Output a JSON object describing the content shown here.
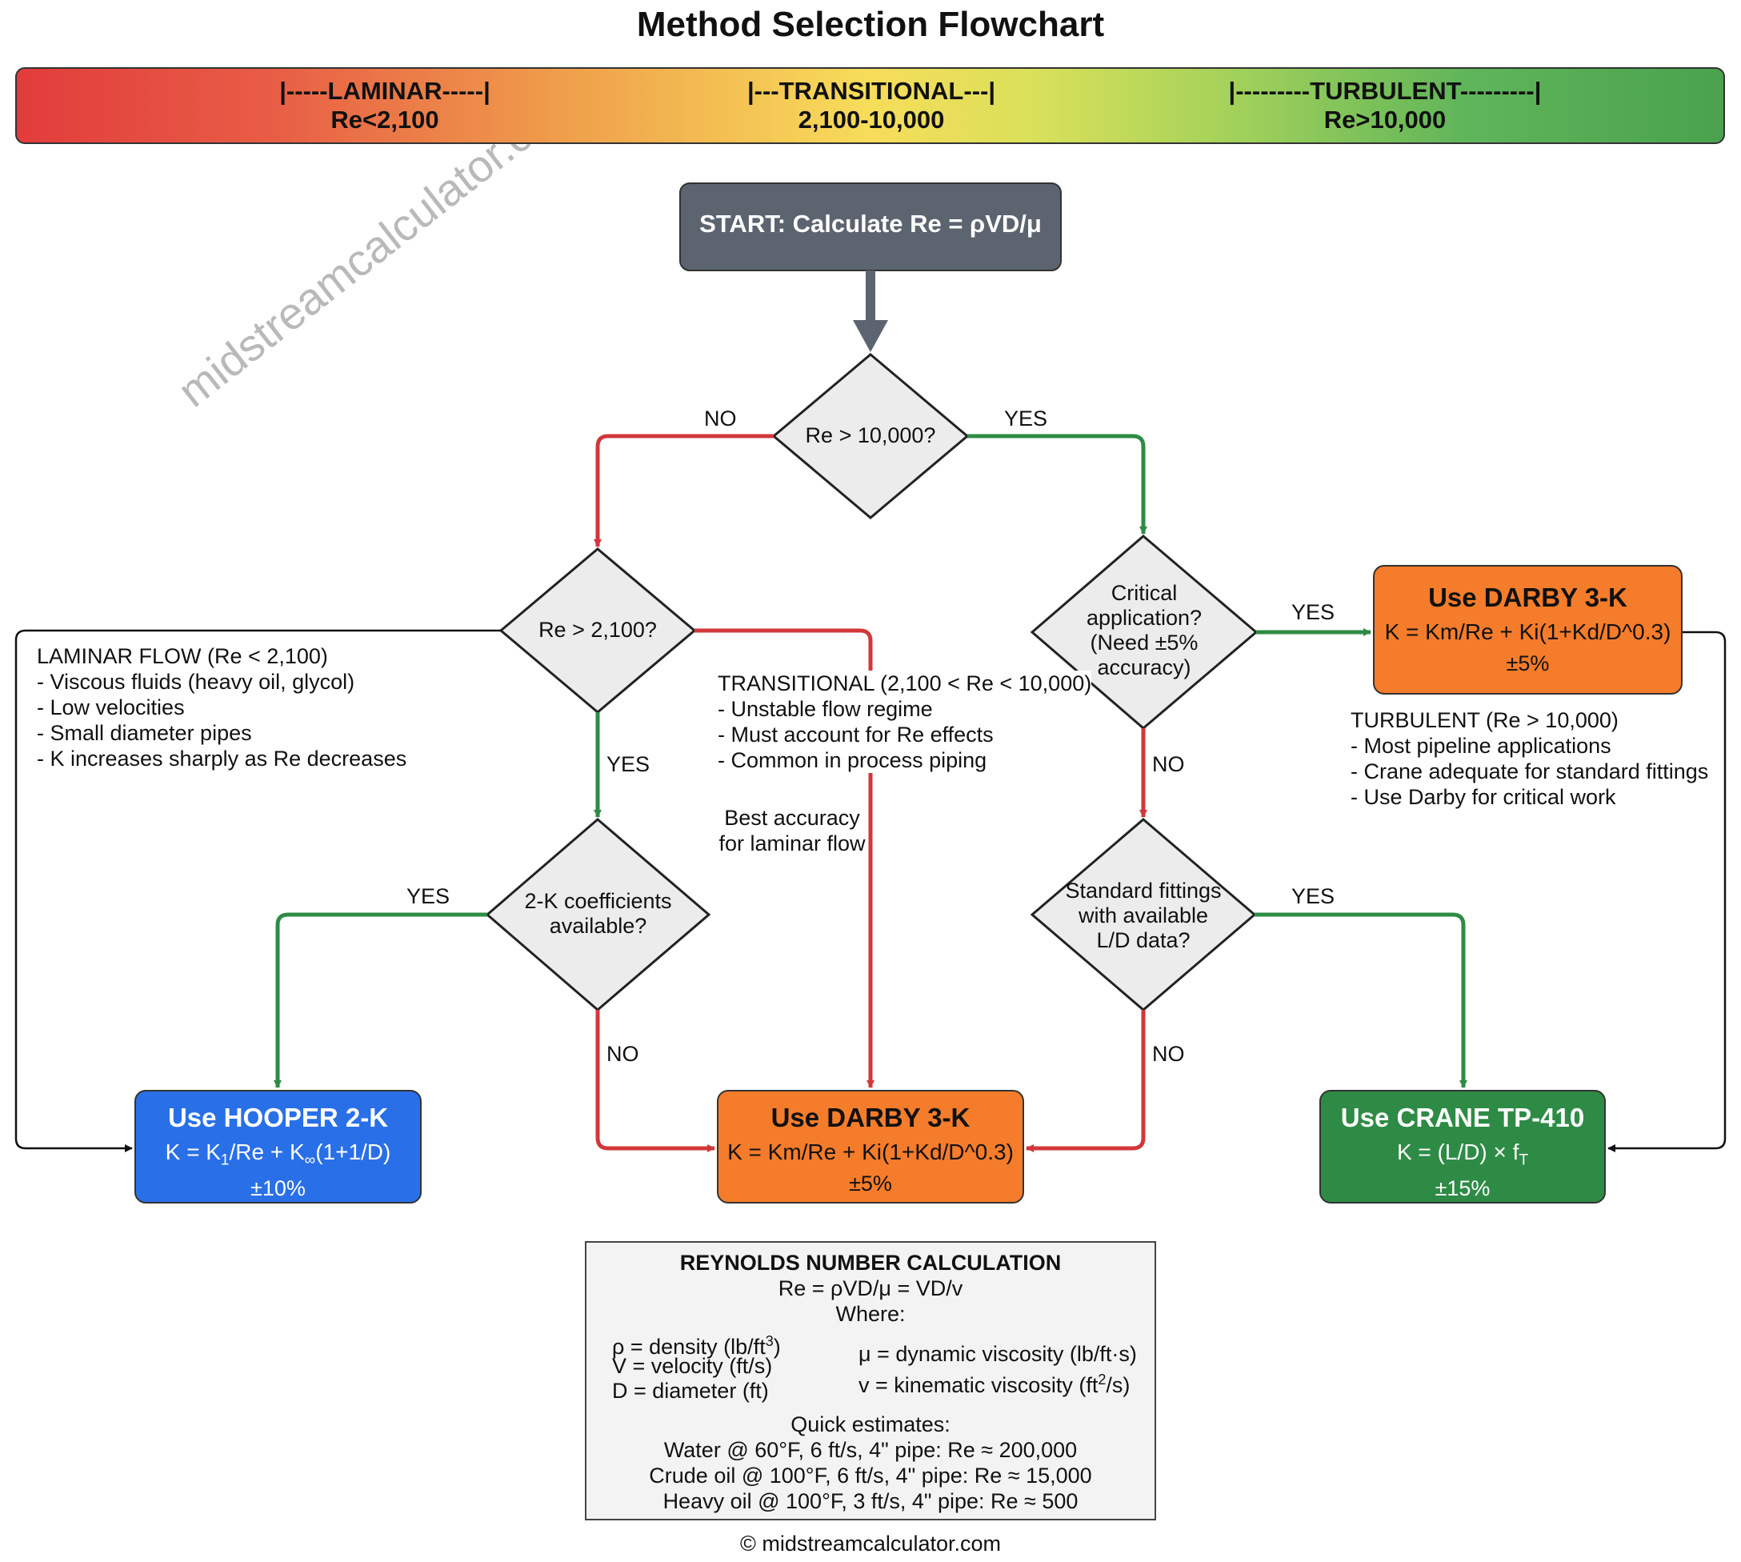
{
  "title": "Method Selection Flowchart",
  "watermark": "midstreamcalculator.com",
  "regime_bar": {
    "laminar": {
      "label": "|-----LAMINAR-----|",
      "range": "Re<2,100"
    },
    "transitional": {
      "label": "|---TRANSITIONAL---|",
      "range": "2,100-10,000"
    },
    "turbulent": {
      "label": "|---------TURBULENT---------|",
      "range": "Re>10,000"
    }
  },
  "start": "START: Calculate Re = ρVD/μ",
  "decisions": {
    "re_10000": "Re > 10,000?",
    "re_2100": "Re > 2,100?",
    "critical": [
      "Critical",
      "application?",
      "(Need ±5%",
      "accuracy)"
    ],
    "coeffs_2k": [
      "2-K coefficients",
      "available?"
    ],
    "standard_fittings": [
      "Standard fittings",
      "with available",
      "L/D data?"
    ]
  },
  "labels": {
    "no_top": "NO",
    "yes_top": "YES",
    "yes_re2100": "YES",
    "yes_critical": "YES",
    "no_critical": "NO",
    "yes_2k": "YES",
    "no_2k": "NO",
    "yes_std": "YES",
    "no_std": "NO"
  },
  "boxes": {
    "darby_top": {
      "title": "Use DARBY 3-K",
      "formula": "K = Km/Re + Ki(1+Kd/D^0.3)",
      "accuracy": "±5%"
    },
    "hooper": {
      "title": "Use HOOPER 2-K",
      "formula_a": "K = K",
      "sub1": "1",
      "formula_b": "/Re + K",
      "subinf": "∞",
      "formula_c": "(1+1/D)",
      "accuracy": "±10%"
    },
    "darby_bottom": {
      "title": "Use DARBY 3-K",
      "formula": "K = Km/Re + Ki(1+Kd/D^0.3)",
      "accuracy": "±5%"
    },
    "crane": {
      "title": "Use CRANE TP-410",
      "formula_a": "K = (L/D) × f",
      "subT": "T",
      "accuracy": "±15%"
    }
  },
  "notes": {
    "laminar": [
      "LAMINAR FLOW (Re < 2,100)",
      "- Viscous fluids (heavy oil, glycol)",
      "- Low velocities",
      "- Small diameter pipes",
      "- K increases sharply as Re decreases"
    ],
    "transitional": [
      "TRANSITIONAL (2,100 < Re < 10,000)",
      "- Unstable flow regime",
      "- Must account for Re effects",
      "- Common in process piping"
    ],
    "best_accuracy": [
      "Best accuracy",
      "for laminar flow"
    ],
    "turbulent": [
      "TURBULENT (Re > 10,000)",
      "- Most pipeline applications",
      "- Crane adequate for standard fittings",
      "- Use Darby for critical work"
    ]
  },
  "calc": {
    "title": "REYNOLDS NUMBER CALCULATION",
    "equation": "Re = ρVD/μ = VD/v",
    "where": "Where:",
    "rho_a": "ρ = density (lb/ft",
    "rho_sup": "3",
    "rho_b": ")",
    "velocity": "V = velocity (ft/s)",
    "diameter": "D = diameter (ft)",
    "mu": "μ = dynamic viscosity (lb/ft·s)",
    "nu_a": "v = kinematic viscosity (ft",
    "nu_sup": "2",
    "nu_b": "/s)",
    "quick": "Quick estimates:",
    "water": "Water @ 60°F, 6 ft/s, 4\" pipe: Re ≈ 200,000",
    "crude": "Crude oil @ 100°F, 6 ft/s, 4\" pipe: Re ≈ 15,000",
    "heavy": "Heavy oil @ 100°F, 3 ft/s, 4\" pipe: Re ≈ 500"
  },
  "copyright": "© midstreamcalculator.com",
  "colors": {
    "yes": "#2e8b45",
    "no": "#d2373a",
    "start": "#5c6470",
    "darby": "#f57c2a",
    "hooper": "#2970e8",
    "crane": "#2e8b45"
  }
}
